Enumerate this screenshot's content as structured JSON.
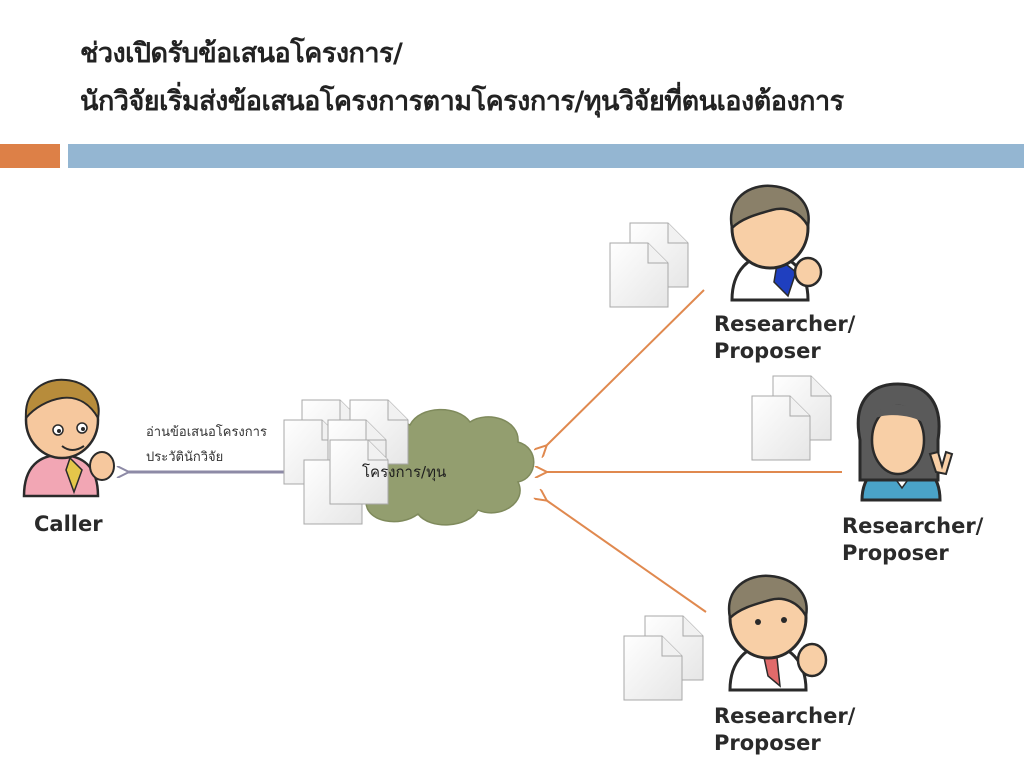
{
  "title": {
    "line1": "ช่วงเปิดรับข้อเสนอโครงการ/",
    "line2": "นักวิจัยเริ่มส่งข้อเสนอโครงการตามโครงการ/ทุนวิจัยที่ตนเองต้องการ"
  },
  "caller": {
    "label": "Caller"
  },
  "cloud": {
    "label": "โครงการ/ทุน"
  },
  "arrow_text": {
    "line1": "อ่านข้อเสนอโครงการ",
    "line2": "ประวัตินักวิจัย"
  },
  "researchers": [
    {
      "line1": "Researcher/",
      "line2": "Proposer"
    },
    {
      "line1": "Researcher/",
      "line2": "Proposer"
    },
    {
      "line1": "Researcher/",
      "line2": "Proposer"
    }
  ],
  "colors": {
    "accent_orange": "#dd8047",
    "accent_blue": "#94b6d2",
    "arrow_orange": "#e0894f",
    "arrow_gray": "#8d8aa6",
    "cloud": "#939e6f"
  }
}
